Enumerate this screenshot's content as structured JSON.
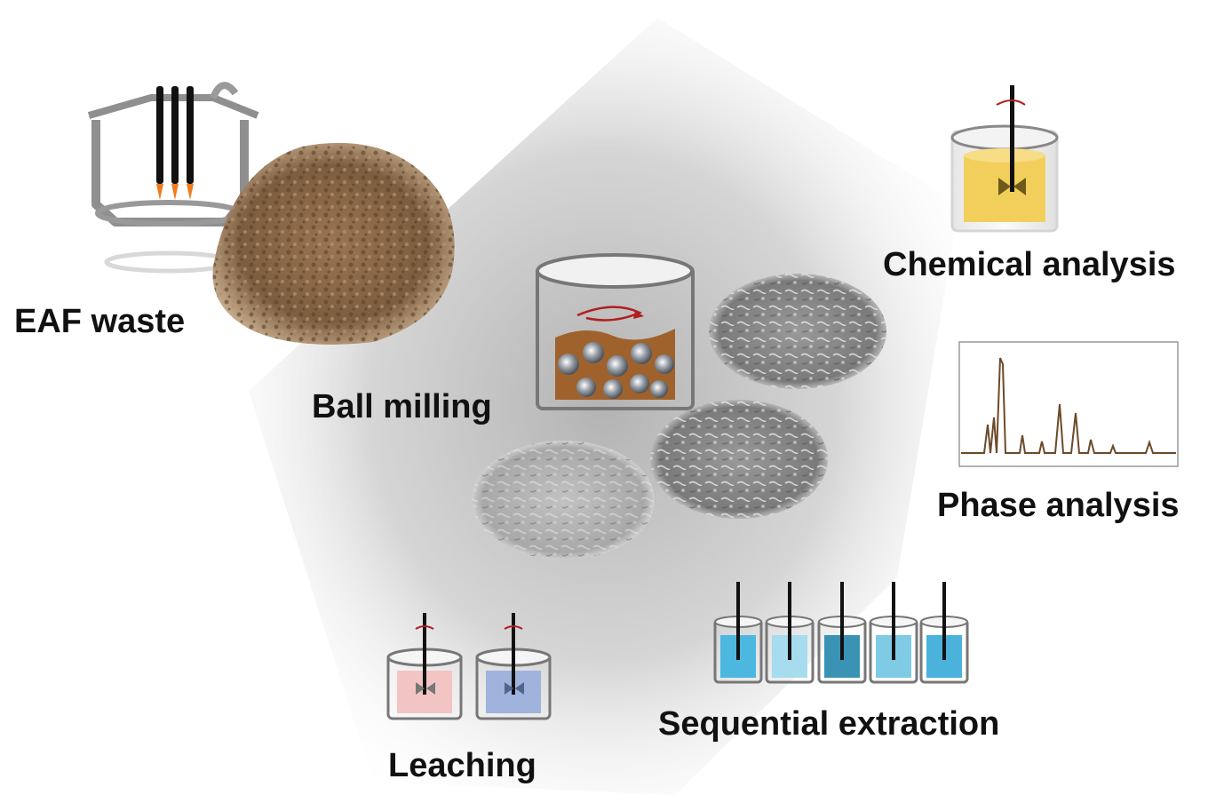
{
  "labels": {
    "eaf_waste": "EAF waste",
    "ball_milling": "Ball milling",
    "chemical_analysis": "Chemical analysis",
    "phase_analysis": "Phase analysis",
    "sequential_extraction": "Sequential extraction",
    "leaching": "Leaching"
  },
  "colors": {
    "dust_brown": "#8a6a4a",
    "milling_slurry": "#a0622c",
    "chemical_liquid": "#f2cf5a",
    "xrd_line": "#6b4a2a",
    "leach_pink": "#f3c4c4",
    "leach_blue": "#9fb3dc",
    "seq_blues": [
      "#4cb8e0",
      "#a7dbee",
      "#3a93b5",
      "#7fcbe6",
      "#4ab2db"
    ]
  }
}
